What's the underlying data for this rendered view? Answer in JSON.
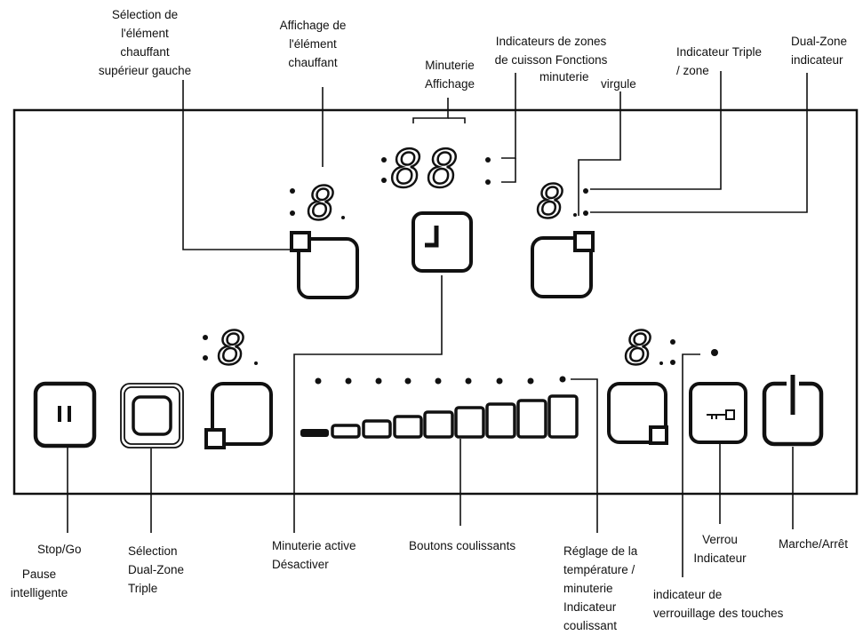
{
  "labels": {
    "top_left_select": "Sélection de\nl'élément\nchauffant\nsupérieur gauche",
    "element_display": "Affichage de\nl'élément\nchauffant",
    "timer_display": "Minuterie\nAffichage",
    "zone_indicators": "Indicateurs de zones\nde cuisson Fonctions",
    "zone_indicators_2": "minuterie",
    "comma": "virgule",
    "triple_indicator": "Indicateur Triple\n/ zone",
    "dual_indicator": "Dual-Zone\nindicateur",
    "stop_go": "Stop/Go",
    "smart_pause": "Pause\nintelligente",
    "dual_triple_select": "Sélection\nDual-Zone\nTriple",
    "timer_toggle": "Minuterie active\nDésactiver",
    "slider_buttons": "Boutons coulissants",
    "slider_indicator": "Réglage de la\ntempérature /\nminuterie\nIndicateur\ncoulissant",
    "lock_indicator": "Verrou\nIndicateur",
    "key_lock_indicator": "indicateur de\nverrouillage des touches",
    "on_off": "Marche/Arrêt"
  },
  "displays": {
    "digit": "8",
    "timer": "88"
  },
  "icons": {
    "pause": "pause-icon",
    "dual_zone": "dual-zone-icon",
    "timer": "clock-icon",
    "lock": "key-icon",
    "power": "power-icon"
  },
  "colors": {
    "line": "#111111",
    "panel": "#ffffff"
  }
}
